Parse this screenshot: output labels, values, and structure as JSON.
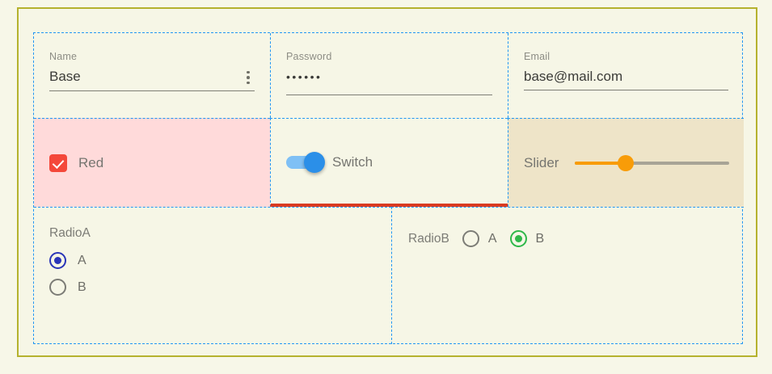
{
  "fields": {
    "name": {
      "label": "Name",
      "value": "Base",
      "menu_icon": "more-vertical-icon"
    },
    "password": {
      "label": "Password",
      "value": "••••••",
      "masked_char_count": 6
    },
    "email": {
      "label": "Email",
      "value": "base@mail.com"
    }
  },
  "controls": {
    "checkbox": {
      "label": "Red",
      "checked": true,
      "accent_color": "#f4483a",
      "cell_background": "#ffdada"
    },
    "switch": {
      "label": "Switch",
      "on": true,
      "accent_color": "#2b8fe8",
      "cell_underline_color": "#d93b22"
    },
    "slider": {
      "label": "Slider",
      "value": 33,
      "min": 0,
      "max": 100,
      "accent_color": "#f89c08",
      "track_color": "#a8a496",
      "cell_background": "#eee4c8"
    }
  },
  "radio_groups": {
    "radio_a": {
      "label": "RadioA",
      "layout": "vertical",
      "selected": "A",
      "accent_color": "#2a35b8",
      "options": [
        {
          "label": "A",
          "selected": true
        },
        {
          "label": "B",
          "selected": false
        }
      ]
    },
    "radio_b": {
      "label": "RadioB",
      "layout": "horizontal",
      "selected": "B",
      "accent_color": "#2fb84a",
      "options": [
        {
          "label": "A",
          "selected": false
        },
        {
          "label": "B",
          "selected": true
        }
      ]
    }
  },
  "theme": {
    "page_background": "#f7f7e8",
    "card_background": "#f6f6e6",
    "card_border_color": "#b5b22e",
    "grid_line_color": "#2196f3"
  }
}
